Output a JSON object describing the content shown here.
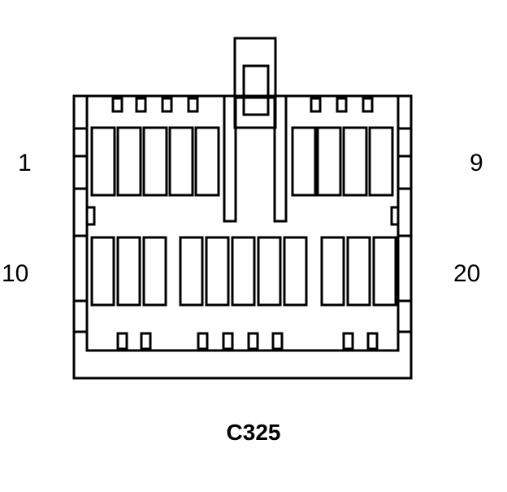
{
  "pin_labels": {
    "top_left": "1",
    "top_right": "9",
    "bottom_left": "10",
    "bottom_right": "20"
  },
  "connector": {
    "id": "C325",
    "top_row_pins": 9,
    "bottom_row_pins": 11
  },
  "colors": {
    "stroke": "#000000",
    "background": "#ffffff"
  }
}
